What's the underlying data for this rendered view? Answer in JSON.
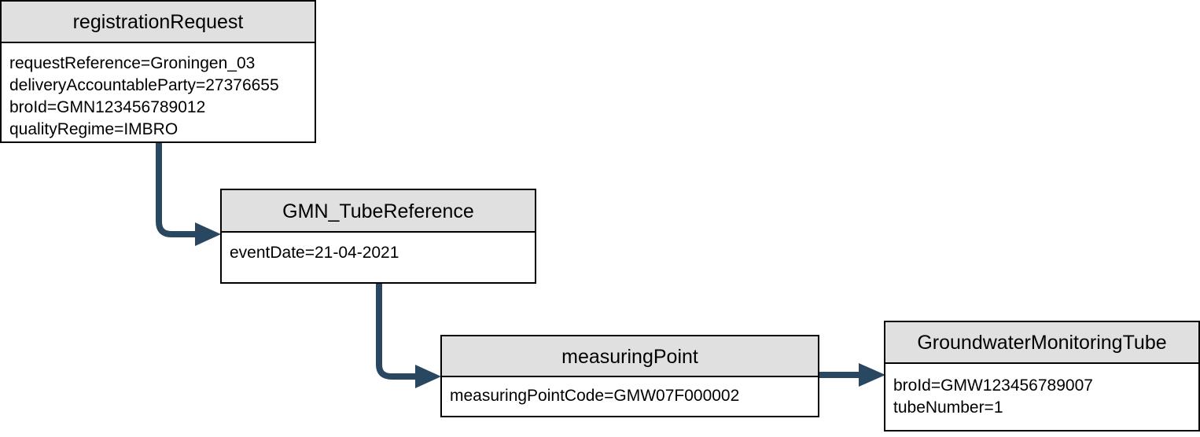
{
  "colors": {
    "header_fill": "#e0e0e0",
    "border": "#000000",
    "connector": "#2a4762"
  },
  "nodes": {
    "registration_request": {
      "title": "registrationRequest",
      "attributes": [
        "requestReference=Groningen_03",
        "deliveryAccountableParty=27376655",
        "broId=GMN123456789012",
        "qualityRegime=IMBRO"
      ]
    },
    "gmn_tube_reference": {
      "title": "GMN_TubeReference",
      "attributes": [
        "eventDate=21-04-2021"
      ]
    },
    "measuring_point": {
      "title": "measuringPoint",
      "attributes": [
        "measuringPointCode=GMW07F000002"
      ]
    },
    "groundwater_monitoring_tube": {
      "title": "GroundwaterMonitoringTube",
      "attributes": [
        "broId=GMW123456789007",
        "tubeNumber=1"
      ]
    }
  },
  "edges": [
    {
      "from": "registration_request",
      "to": "gmn_tube_reference"
    },
    {
      "from": "gmn_tube_reference",
      "to": "measuring_point"
    },
    {
      "from": "measuring_point",
      "to": "groundwater_monitoring_tube"
    }
  ]
}
